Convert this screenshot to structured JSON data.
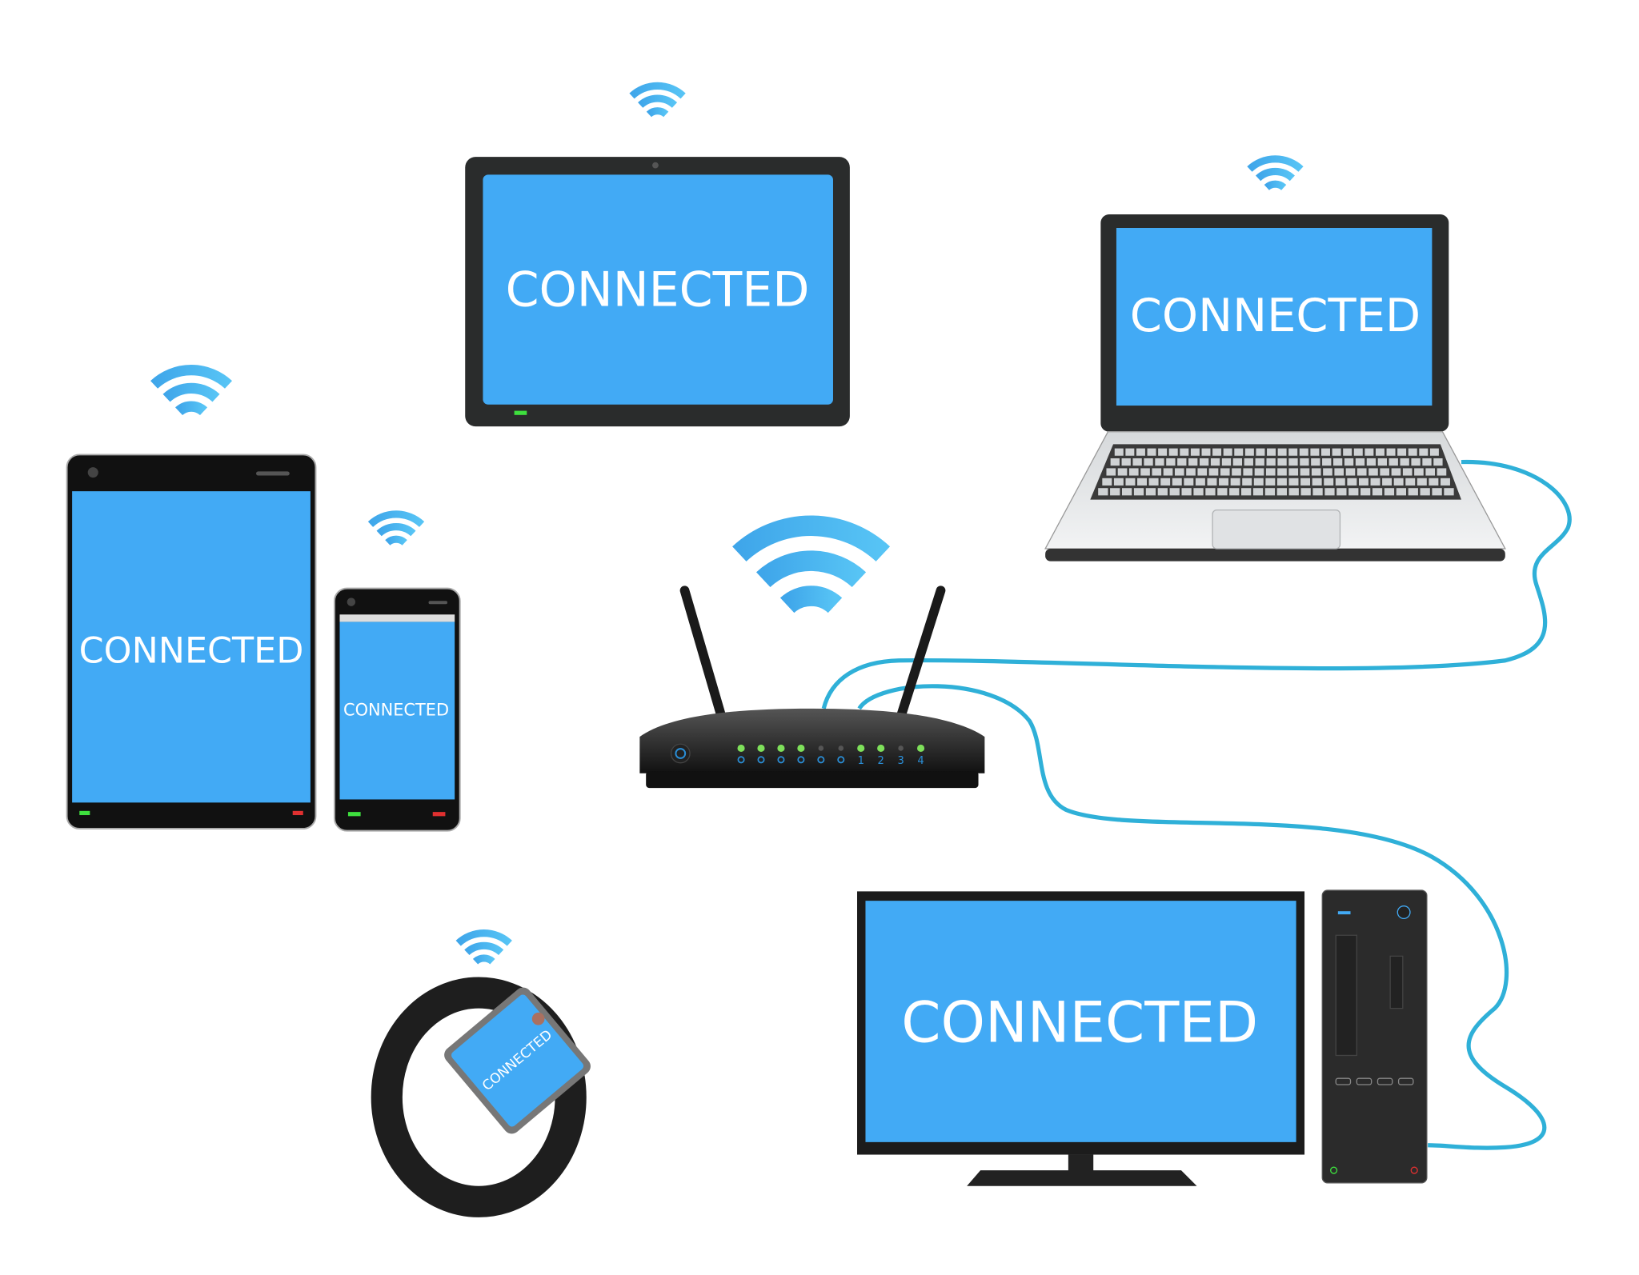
{
  "colors": {
    "screen": "#42aaf5",
    "wifi": "#4bb6f0",
    "cable": "#2fb0d8",
    "device_body": "#2a2c2c",
    "led_on": "#7ee05a",
    "led_label": "#2a8fd8"
  },
  "devices": {
    "tablet_landscape": {
      "screen_text": "CONNECTED"
    },
    "laptop": {
      "screen_text": "CONNECTED"
    },
    "tablet_portrait": {
      "screen_text": "CONNECTED"
    },
    "phone": {
      "screen_text": "CONNECTED"
    },
    "desktop_monitor": {
      "screen_text": "CONNECTED"
    },
    "smartwatch": {
      "screen_text": "CONNECTED"
    }
  },
  "router": {
    "indicators": [
      {
        "icon": "power-bolt-icon",
        "on": true
      },
      {
        "icon": "globe-icon",
        "on": true
      },
      {
        "icon": "network-icon",
        "on": true
      },
      {
        "icon": "wifi-icon",
        "on": true
      },
      {
        "icon": "cloud-icon",
        "on": false
      },
      {
        "icon": "refresh-icon",
        "on": false
      },
      {
        "label": "1",
        "on": true
      },
      {
        "label": "2",
        "on": true
      },
      {
        "label": "3",
        "on": false
      },
      {
        "label": "4",
        "on": true
      }
    ]
  }
}
